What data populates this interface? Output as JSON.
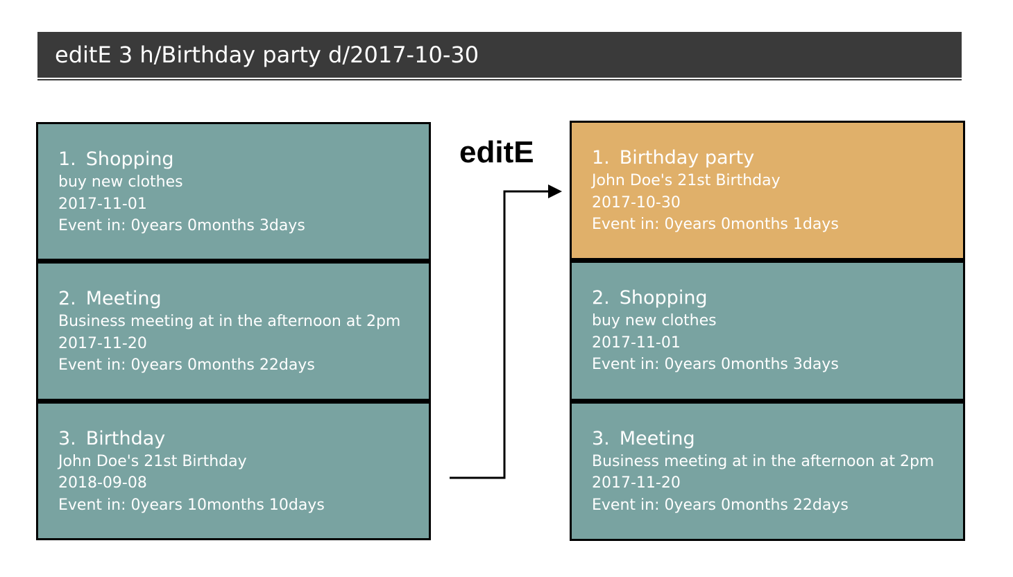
{
  "command_input": {
    "text": "editE 3 h/Birthday party d/2017-10-30"
  },
  "command_label": "editE",
  "before": {
    "events": [
      {
        "index": "1.",
        "title": "Shopping",
        "details": "buy new clothes",
        "date": "2017-11-01",
        "countdown": "Event in: 0years 0months 3days"
      },
      {
        "index": "2.",
        "title": "Meeting",
        "details": "Business meeting at in the afternoon at 2pm",
        "date": "2017-11-20",
        "countdown": "Event in: 0years 0months 22days"
      },
      {
        "index": "3.",
        "title": "Birthday",
        "details": "John Doe's 21st Birthday",
        "date": "2018-09-08",
        "countdown": "Event in: 0years 10months 10days"
      }
    ]
  },
  "after": {
    "events": [
      {
        "index": "1.",
        "title": "Birthday party",
        "details": "John Doe's 21st Birthday",
        "date": "2017-10-30",
        "countdown": "Event in: 0years 0months 1days",
        "highlighted": true
      },
      {
        "index": "2.",
        "title": "Shopping",
        "details": "buy new clothes",
        "date": "2017-11-01",
        "countdown": "Event in: 0years 0months 3days"
      },
      {
        "index": "3.",
        "title": "Meeting",
        "details": "Business meeting at in the afternoon at 2pm",
        "date": "2017-11-20",
        "countdown": "Event in: 0years 0months 22days"
      }
    ]
  },
  "colors": {
    "card_default": "#79a3a1",
    "card_highlight": "#e0b06a",
    "command_bar": "#3a3a3a"
  }
}
